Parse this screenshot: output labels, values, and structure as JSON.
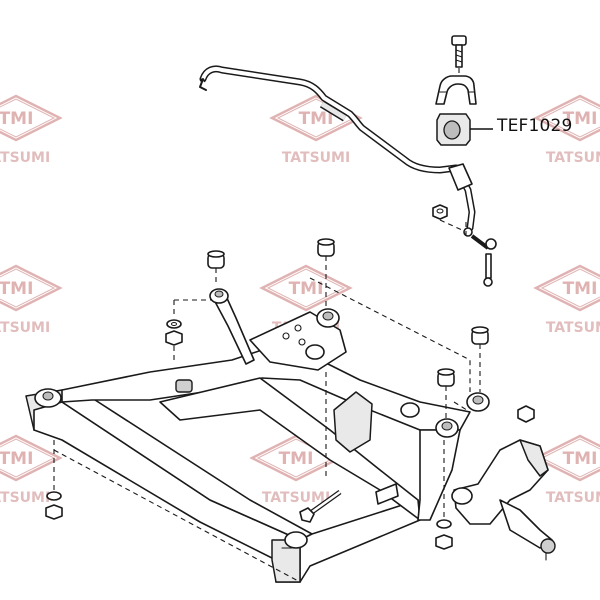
{
  "diagram": {
    "part_number": "TEF1029",
    "highlighted_part_icon": "stabilizer-bushing-icon",
    "watermark": {
      "logo_text": "TMI",
      "brand_text": "TATSUMI",
      "logo_color": "#d69a9a",
      "brand_color": "#d9a8a8"
    }
  }
}
